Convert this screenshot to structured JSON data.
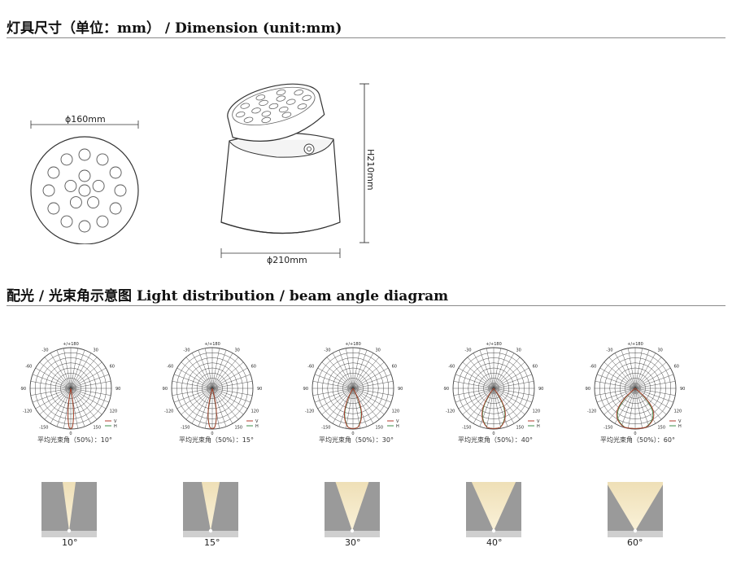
{
  "section1": {
    "title": "灯具尺寸（单位：mm） / Dimension (unit:mm)"
  },
  "section2": {
    "title": "配光 / 光束角示意图   Light distribution / beam angle diagram"
  },
  "dimensions": {
    "top_view_diameter": "ϕ160mm",
    "side_view_diameter": "ϕ210mm",
    "height": "H210mm"
  },
  "polar_labels": {
    "top": "+/+180",
    "left": [
      "-150",
      "-120",
      "-90",
      "-60",
      "-30"
    ],
    "right": [
      "150",
      "120",
      "90",
      "60",
      "30"
    ],
    "bottom_center": "0",
    "legend_v": "V",
    "legend_h": "H"
  },
  "polar_diagrams": [
    {
      "caption": "平均光束角（50%）：10°",
      "beam_angle": 10
    },
    {
      "caption": "平均光束角（50%）：15°",
      "beam_angle": 15
    },
    {
      "caption": "平均光束角（50%）：30°",
      "beam_angle": 30
    },
    {
      "caption": "平均光束角（50%）：40°",
      "beam_angle": 40
    },
    {
      "caption": "平均光束角（50%）：60°",
      "beam_angle": 60
    }
  ],
  "beam_previews": [
    {
      "label": "10°",
      "angle": 10
    },
    {
      "label": "15°",
      "angle": 15
    },
    {
      "label": "30°",
      "angle": 30
    },
    {
      "label": "40°",
      "angle": 40
    },
    {
      "label": "60°",
      "angle": 60
    }
  ],
  "colors": {
    "v_curve": "#b0392b",
    "h_curve": "#3e8e4a",
    "beam_light": "#f3e3b8",
    "beam_bg": "#9a9a9a"
  }
}
